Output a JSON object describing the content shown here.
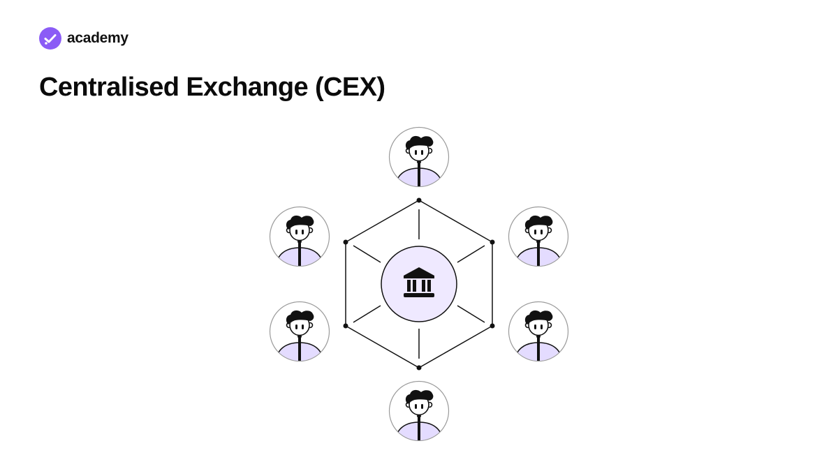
{
  "brand": {
    "name": "academy",
    "accent_color": "#8b5cf6",
    "logo_icon": "check-badge-icon"
  },
  "page": {
    "title": "Centralised Exchange (CEX)"
  },
  "diagram": {
    "hub": {
      "icon": "bank-building-icon",
      "fill_color": "#efe9ff"
    },
    "users": [
      {
        "id": "top",
        "icon": "user-avatar-icon"
      },
      {
        "id": "upper-right",
        "icon": "user-avatar-icon"
      },
      {
        "id": "lower-right",
        "icon": "user-avatar-icon"
      },
      {
        "id": "bottom",
        "icon": "user-avatar-icon"
      },
      {
        "id": "lower-left",
        "icon": "user-avatar-icon"
      },
      {
        "id": "upper-left",
        "icon": "user-avatar-icon"
      }
    ],
    "colors": {
      "line": "#111111",
      "shirt": "#e4dcff",
      "avatar_border": "#9a9a9a"
    }
  }
}
